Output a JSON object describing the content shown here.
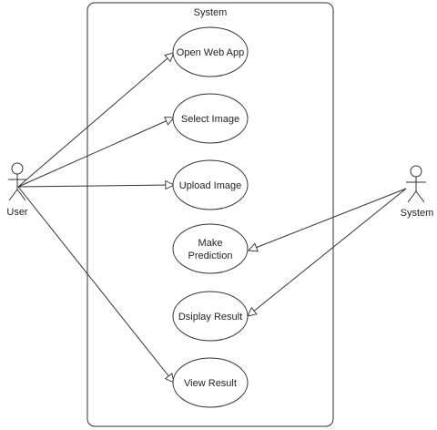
{
  "diagram": {
    "system_boundary": {
      "label": "System"
    },
    "actors": [
      {
        "id": "user",
        "label": "User"
      },
      {
        "id": "system",
        "label": "System"
      }
    ],
    "use_cases": [
      {
        "id": "open",
        "lines": [
          "Open Web App"
        ]
      },
      {
        "id": "select",
        "lines": [
          "Select Image"
        ]
      },
      {
        "id": "upload",
        "lines": [
          "Upload Image"
        ]
      },
      {
        "id": "predict",
        "lines": [
          "Make",
          "Prediction"
        ]
      },
      {
        "id": "display",
        "lines": [
          "Dsiplay Result"
        ]
      },
      {
        "id": "view",
        "lines": [
          "View Result"
        ]
      }
    ],
    "associations": [
      {
        "from": "user",
        "to": "open"
      },
      {
        "from": "user",
        "to": "select"
      },
      {
        "from": "user",
        "to": "upload"
      },
      {
        "from": "user",
        "to": "view"
      },
      {
        "from": "system",
        "to": "predict"
      },
      {
        "from": "system",
        "to": "display"
      }
    ],
    "colors": {
      "stroke": "#333333",
      "text": "#222222",
      "fill": "#ffffff"
    }
  }
}
